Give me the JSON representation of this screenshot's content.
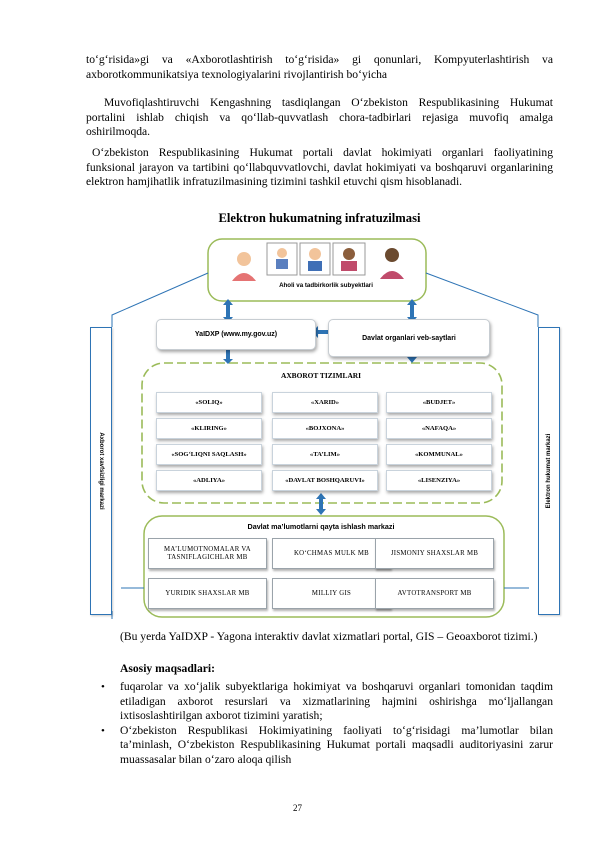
{
  "paragraphs": {
    "p1": "to‘g‘risida»gi va «Axborotlashtirish to‘g‘risida» gi qonunlari, Kompyuterlashtirish va axborotkommunikatsiya texnologiyalarini rivojlantirish bo‘yicha",
    "p2": "Muvofiqlashtiruvchi Kengashning tasdiqlangan O‘zbekiston Respublikasining Hukumat portalini ishlab chiqish va qo‘llab-quvvatlash chora-tadbirlari rejasiga muvofiq amalga oshirilmoqda.",
    "p3": "O‘zbekiston Respublikasining Hukumat portali davlat hokimiyati organlari faoliyatining funksional jarayon va tartibini qo‘llabquvvatlovchi, davlat hokimiyati va boshqaruvi organlarining elektron hamjihatlik infratuzilmasining tizimini tashkil etuvchi qism hisoblanadi."
  },
  "diagram": {
    "title": "Elektron hukumatning infratuzilmasi",
    "citizens_label": "Aholi va tadbirkorlik subyektlari",
    "portal_label": "YaIDXP (www.my.gov.uz)",
    "websites_label": "Davlat organlari veb-saytlari",
    "systems_title": "AXBOROT TIZIMLARI",
    "systems": [
      "«SOLIQ»",
      "«XARID»",
      "«BUDJET»",
      "«KLIRING»",
      "«BOJXONA»",
      "«NAFAQA»",
      "«SOG‘LIQNI SAQLASH»",
      "«TA’LIM»",
      "«KOMMUNAL»",
      "«ADLIYA»",
      "«DAVLAT BOSHQARUVI»",
      "«LISENZIYA»"
    ],
    "datacenter_title": "Davlat ma’lumotlarni qayta ishlash markazi",
    "databases": [
      "MA’LUMOTNOMALAR VA TASNIFLAGICHLAR MB",
      "KO‘CHMAS MULK MB",
      "JISMONIY SHAXSLAR MB",
      "YURIDIK SHAXSLAR MB",
      "MILLIY GIS",
      "AVTOTRANSPORT MB"
    ],
    "left_side_label": "Axborot xavfsizligi markazi",
    "right_side_label": "Elektron hukumat markazi",
    "colors": {
      "green_border": "#9bbb59",
      "blue_arrow": "#2e74b5",
      "blue_side": "#2e74b5"
    }
  },
  "caption": "(Bu yerda YaIDXP - Yagona interaktiv davlat xizmatlari portal, GIS – Geoaxborot tizimi.)",
  "goals_heading": "Asosiy maqsadlari:",
  "bullets": [
    "fuqarolar va xo‘jalik subyektlariga hokimiyat va boshqaruvi organlari tomonidan taqdim etiladigan axborot resurslari va xizmatlarining hajmini oshirishga mo‘ljallangan ixtisoslashtirilgan axborot tizimini yaratish;",
    "O‘zbekiston Respublikasi Hokimiyatining faoliyati to‘g‘risidagi ma’lumotlar bilan ta’minlash, O‘zbekiston Respublikasining Hukumat portali maqsadli auditoriyasini zarur muassasalar bilan o‘zaro aloqa qilish"
  ],
  "page_number": "27"
}
